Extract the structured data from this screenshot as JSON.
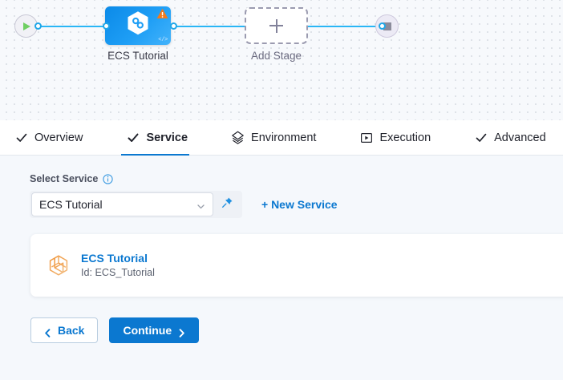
{
  "pipeline": {
    "start_node": {
      "icon": "play-icon",
      "label": ""
    },
    "stage_node": {
      "label": "ECS Tutorial",
      "icon": "harness-hexagon-icon",
      "warning_icon": "warning-triangle-icon",
      "code_icon": "code-brackets-icon",
      "color": "#1e9ef5"
    },
    "add_stage": {
      "label": "Add Stage",
      "icon": "plus-icon"
    },
    "end_node": {
      "icon": "stop-square-icon"
    },
    "edge_color": "#2ab6f5"
  },
  "tabs": [
    {
      "label": "Overview",
      "icon": "check-icon",
      "active": false
    },
    {
      "label": "Service",
      "icon": "check-icon",
      "active": true
    },
    {
      "label": "Environment",
      "icon": "layers-diamond-icon",
      "active": false
    },
    {
      "label": "Execution",
      "icon": "play-box-icon",
      "active": false
    },
    {
      "label": "Advanced",
      "icon": "check-icon",
      "active": false
    }
  ],
  "active_tab_color": "#0b78d0",
  "form": {
    "select_service_label": "Select Service",
    "info_icon": "info-icon",
    "service_value": "ECS Tutorial",
    "service_placeholder": "Select Service",
    "dropdown_icon": "chevron-down-icon",
    "pin_icon": "pin-icon",
    "new_service_label": "+ New Service"
  },
  "service_card": {
    "icon": "cube-icon",
    "title": "ECS Tutorial",
    "id_text": "Id: ECS_Tutorial"
  },
  "footer": {
    "back_label": "Back",
    "back_icon": "chevron-left-icon",
    "continue_label": "Continue",
    "continue_icon": "chevron-right-icon",
    "primary_color": "#0b78d0"
  }
}
